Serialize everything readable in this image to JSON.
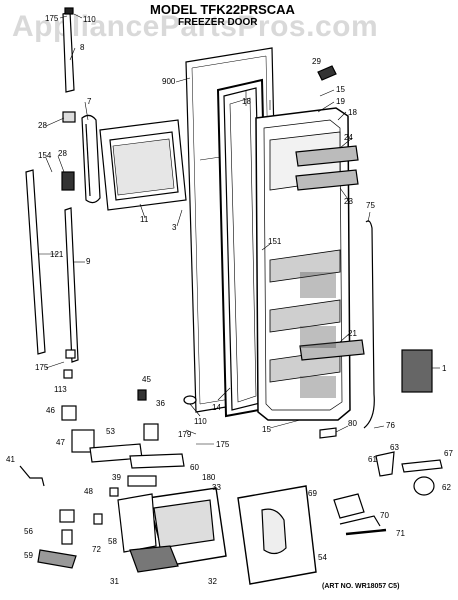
{
  "header": {
    "model": "MODEL TFK22PRSCAA",
    "section": "FREEZER DOOR",
    "watermark": "AppliancePartsPros.com"
  },
  "footer": {
    "art_number": "(ART NO. WR18057 C5)"
  },
  "callouts": [
    "175",
    "110",
    "8",
    "7",
    "28",
    "28",
    "154",
    "121",
    "9",
    "175",
    "113",
    "11",
    "3",
    "900",
    "29",
    "15",
    "19",
    "18",
    "18",
    "24",
    "23",
    "75",
    "151",
    "21",
    "1",
    "45",
    "36",
    "14",
    "110",
    "179",
    "175",
    "46",
    "47",
    "53",
    "80",
    "76",
    "15",
    "63",
    "41",
    "39",
    "60",
    "180",
    "48",
    "33",
    "61",
    "67",
    "62",
    "69",
    "70",
    "71",
    "56",
    "72",
    "58",
    "59",
    "31",
    "32",
    "54"
  ]
}
